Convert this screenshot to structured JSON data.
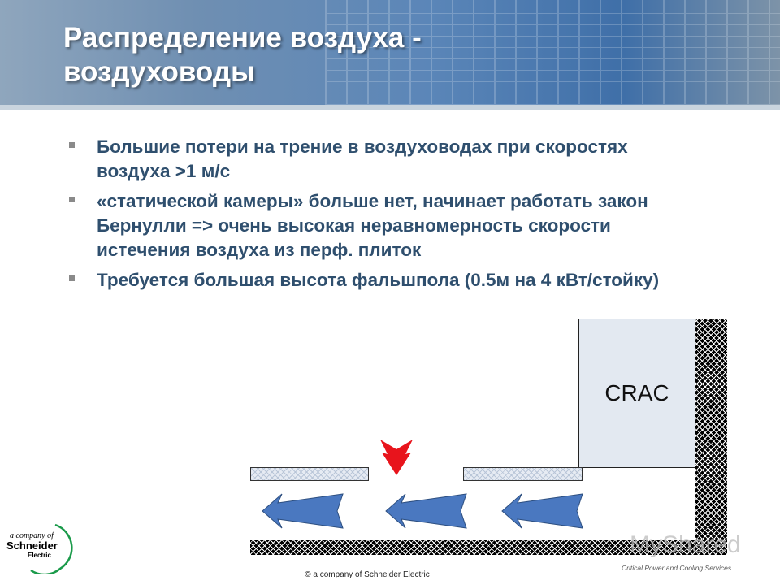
{
  "slide": {
    "title_line1": "Распределение воздуха -",
    "title_line2": "воздуховоды",
    "bullets": [
      "Большие потери на трение в воздуховодах  при скоростях воздуха >1 м/с",
      "«статической камеры» больше нет, начинает работать закон Бернулли => очень высокая неравномерность скорости истечения воздуха из перф. плиток",
      "Требуется большая высота фальшпола (0.5м на 4 кВт/стойку)"
    ]
  },
  "diagram": {
    "crac_label": "CRAC",
    "arrow_color": "#4a78c0",
    "down_arrow_color": "#e8141c",
    "crac_fill": "#e3e9f1"
  },
  "footer": {
    "copyright": "© a company of Schneider Electric",
    "left_logo": {
      "line1": "a company of",
      "line2": "Schneider",
      "line3": "Electric"
    },
    "right_logo": {
      "name": "MyShared",
      "tagline": "Critical Power and Cooling Services"
    }
  }
}
